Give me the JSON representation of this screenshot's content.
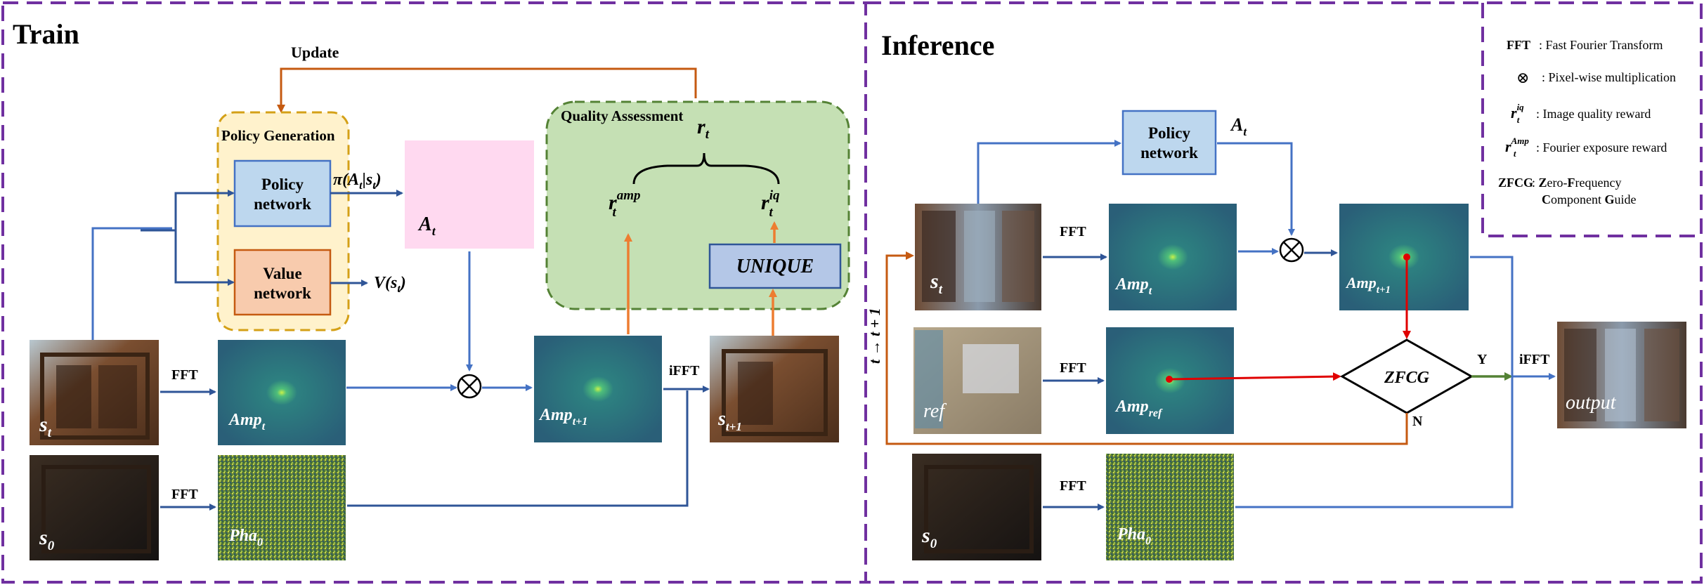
{
  "colors": {
    "frame": "#7030a0",
    "blue_arrow": "#4472c4",
    "dark_blue_arrow": "#2f5597",
    "orange_arrow": "#c55a11",
    "light_orange_arrow": "#ed7d31",
    "red_arrow": "#e00000",
    "green_arrow": "#548235",
    "spectrum_bg": "#2a6a7e",
    "policy_fill": "#bdd7ee",
    "value_fill": "#f8cbad",
    "action_fill": "#ffd9f0",
    "qa_fill": "#c5e0b4",
    "pg_fill": "#fff2cc"
  },
  "train": {
    "title": "Train",
    "update_label": "Update",
    "policy_generation_label": "Policy Generation",
    "policy_network_label": [
      "Policy",
      "network"
    ],
    "value_network_label": [
      "Value",
      "network"
    ],
    "policy_output": {
      "base": "π(A",
      "sub1": "t",
      "mid": "|s",
      "sub2": "t",
      "end": ")"
    },
    "value_output": {
      "base": "V(s",
      "sub": "t",
      "end": ")"
    },
    "action_label": {
      "base": "A",
      "sub": "t"
    },
    "quality_assessment_label": "Quality Assessment",
    "reward_total": {
      "base": "r",
      "sub": "t"
    },
    "reward_amp": {
      "base": "r",
      "sub": "t",
      "sup": "amp"
    },
    "reward_iq": {
      "base": "r",
      "sub": "t",
      "sup": "iq"
    },
    "unique_label": "UNIQUE",
    "fft_label_1": "FFT",
    "fft_label_2": "FFT",
    "ifft_label": "iFFT",
    "state_label": {
      "base": "s",
      "sub": "t"
    },
    "state0_label": {
      "base": "s",
      "sub": "0"
    },
    "next_state_label": {
      "base": "s",
      "sub": "t+1"
    },
    "amp_label": {
      "base": "Amp",
      "sub": "t"
    },
    "amp_next_label": {
      "base": "Amp",
      "sub": "t+1"
    },
    "pha_label": {
      "base": "Pha",
      "sub": "0"
    }
  },
  "inference": {
    "title": "Inference",
    "policy_network_label": [
      "Policy",
      "network"
    ],
    "action_label": {
      "base": "A",
      "sub": "t"
    },
    "fft_label_1": "FFT",
    "fft_label_2": "FFT",
    "fft_label_3": "FFT",
    "ifft_label": "iFFT",
    "loop_label": "t → t + 1",
    "state_label": {
      "base": "s",
      "sub": "t"
    },
    "state0_label": {
      "base": "s",
      "sub": "0"
    },
    "ref_label": "ref",
    "amp_label": {
      "base": "Amp",
      "sub": "t"
    },
    "amp_next_label": {
      "base": "Amp",
      "sub": "t+1"
    },
    "amp_ref_label": {
      "base": "Amp",
      "sub": "ref"
    },
    "pha_label": {
      "base": "Pha",
      "sub": "0"
    },
    "zfcg_label": "ZFCG",
    "yes_label": "Y",
    "no_label": "N",
    "output_label": "output"
  },
  "legend": {
    "fft_key": "FFT",
    "fft_desc": ": Fast Fourier Transform",
    "mult_symbol": "⊗",
    "mult_desc": ": Pixel-wise multiplication",
    "iq_key": {
      "base": "r",
      "sub": "t",
      "sup": "iq"
    },
    "iq_desc": ": Image quality reward",
    "amp_key": {
      "base": "r",
      "sub": "t",
      "sup": "Amp"
    },
    "amp_desc": ": Fourier exposure reward",
    "zfcg_key": "ZFCG",
    "zfcg_desc_1": [
      {
        "text": ": ",
        "bold": false
      },
      {
        "text": "Z",
        "bold": true
      },
      {
        "text": "ero-",
        "bold": false
      },
      {
        "text": "F",
        "bold": true
      },
      {
        "text": "requency",
        "bold": false
      }
    ],
    "zfcg_desc_2": [
      {
        "text": "C",
        "bold": true
      },
      {
        "text": "omponent ",
        "bold": false
      },
      {
        "text": "G",
        "bold": true
      },
      {
        "text": "uide",
        "bold": false
      }
    ]
  }
}
